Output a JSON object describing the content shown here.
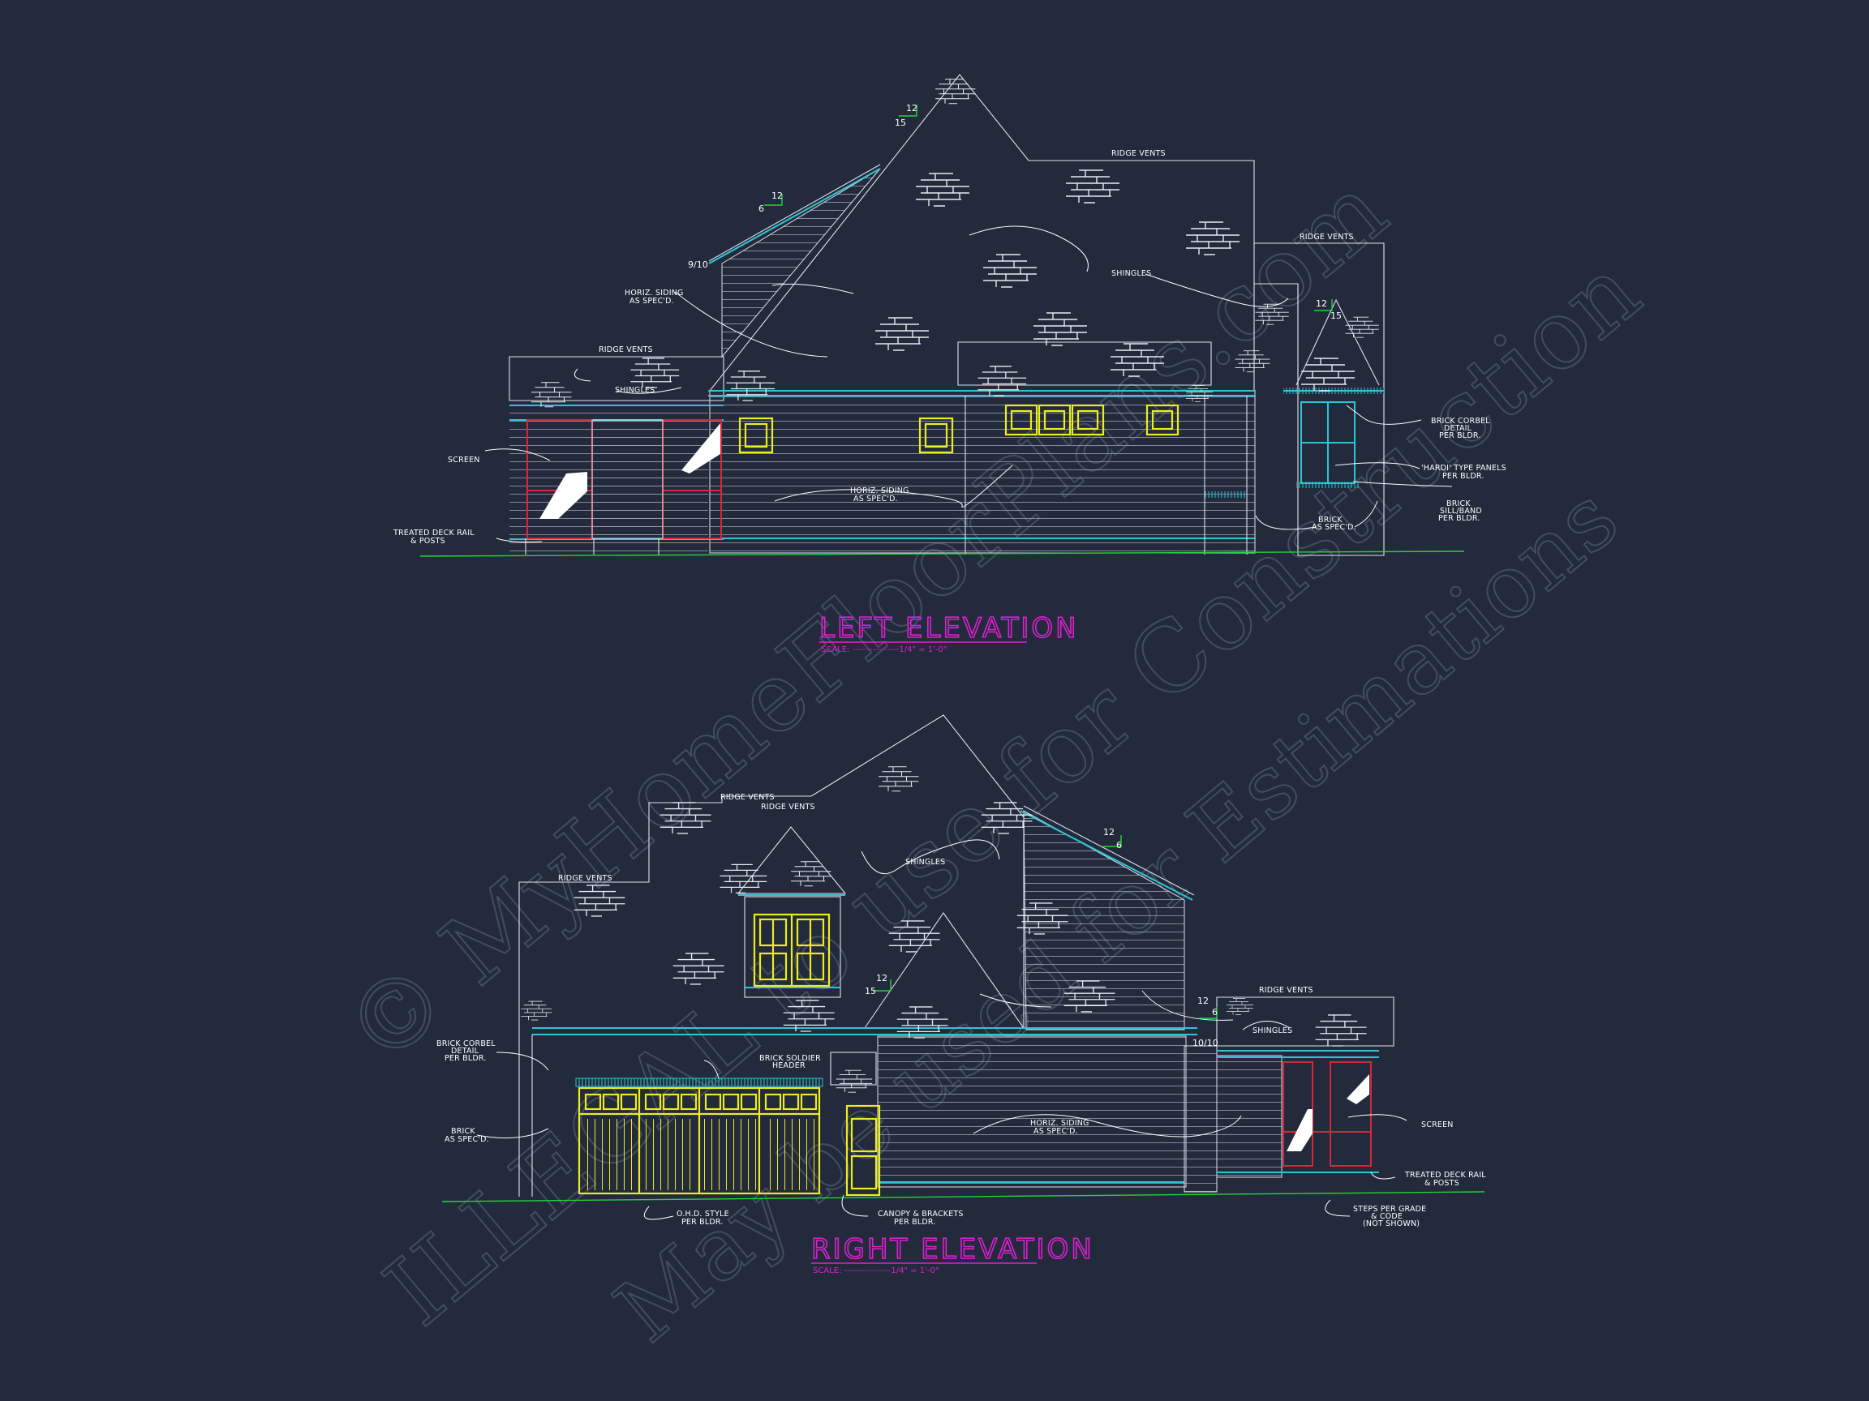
{
  "left_elevation": {
    "title": "LEFT ELEVATION",
    "scale": "SCALE: ----------------1/4\" = 1'-0\"",
    "pitches": {
      "main_rise": "15",
      "main_run": "12",
      "porch_rise": "6",
      "porch_run": "12",
      "right_rise": "15",
      "right_run": "12",
      "overhang": "9/10"
    },
    "labels": {
      "ridge_vents_top": "RIDGE VENTS",
      "ridge_vents_right": "RIDGE VENTS",
      "ridge_vents_left": "RIDGE VENTS",
      "horiz_siding_upper_1": "HORIZ. SIDING",
      "horiz_siding_upper_2": "AS SPEC'D.",
      "shingles_center": "SHINGLES",
      "shingles_left": "SHINGLES",
      "screen": "SCREEN",
      "deck_rail_1": "TREATED DECK RAIL",
      "deck_rail_2": "& POSTS",
      "horiz_siding_lower_1": "HORIZ. SIDING",
      "horiz_siding_lower_2": "AS SPEC'D.",
      "brick_corbel_1": "BRICK CORBEL",
      "brick_corbel_2": "DETAIL",
      "brick_corbel_3": "PER BLDR.",
      "hardi_1": "'HARDI' TYPE PANELS",
      "hardi_2": "PER BLDR.",
      "brick_sill_1": "BRICK",
      "brick_sill_2": "SILL/BAND",
      "brick_sill_3": "PER BLDR.",
      "brick_spec_1": "BRICK",
      "brick_spec_2": "AS SPEC'D."
    }
  },
  "right_elevation": {
    "title": "RIGHT ELEVATION",
    "scale": "SCALE: ----------------1/4\" = 1'-0\"",
    "pitches": {
      "right_rise": "6",
      "right_run": "12",
      "center_rise": "15",
      "center_run": "12",
      "low_rise": "6",
      "low_run": "12",
      "overhang": "10/10"
    },
    "labels": {
      "ridge_vents_top_1": "RIDGE VENTS",
      "ridge_vents_top_2": "RIDGE VENTS",
      "ridge_vents_left": "RIDGE VENTS",
      "ridge_vents_right": "RIDGE VENTS",
      "shingles_top": "SHINGLES",
      "shingles_right": "SHINGLES",
      "brick_corbel_1": "BRICK CORBEL",
      "brick_corbel_2": "DETAIL",
      "brick_corbel_3": "PER BLDR.",
      "brick_soldier_1": "BRICK SOLDIER",
      "brick_soldier_2": "HEADER",
      "brick_spec_1": "BRICK",
      "brick_spec_2": "AS SPEC'D.",
      "horiz_siding_1": "HORIZ. SIDING",
      "horiz_siding_2": "AS SPEC'D.",
      "screen": "SCREEN",
      "deck_rail_1": "TREATED DECK RAIL",
      "deck_rail_2": "& POSTS",
      "ohd_1": "O.H.D. STYLE",
      "ohd_2": "PER BLDR.",
      "canopy_1": "CANOPY & BRACKETS",
      "canopy_2": "PER BLDR.",
      "steps_1": "STEPS PER GRADE",
      "steps_2": "& CODE",
      "steps_3": "(NOT SHOWN)"
    }
  },
  "watermark": {
    "line1": "© MyHomeFloorPlans.com",
    "line2": "ILLEGAL to use for Construction",
    "line3": "May be used for Estimations"
  },
  "colors": {
    "background": "#222a3b",
    "title": "#e21ed4",
    "trim": "#2fc4d8",
    "windows": "#ecec1e",
    "screen": "#d7263a",
    "grade": "#27d23c"
  }
}
